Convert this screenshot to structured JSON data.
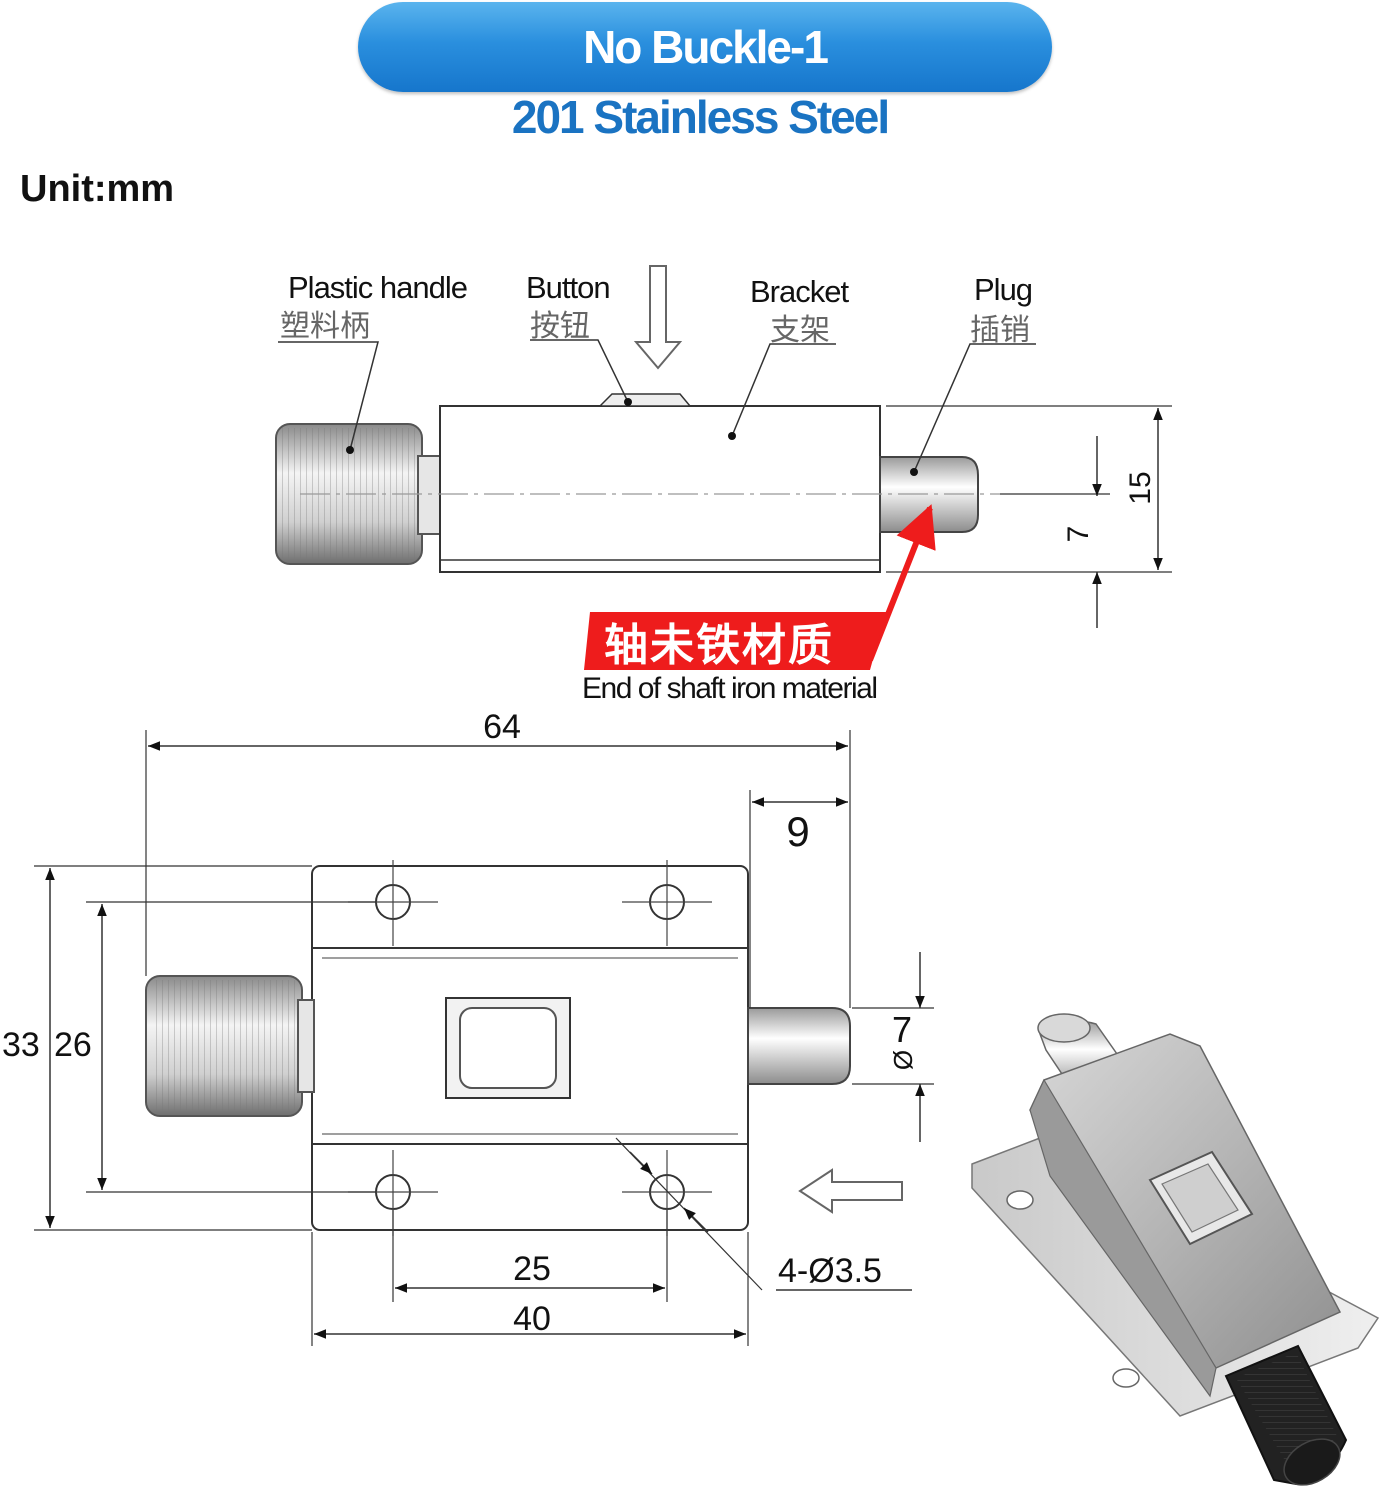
{
  "header": {
    "banner_title": "No Buckle-1",
    "material": "201 Stainless Steel",
    "unit": "Unit:mm"
  },
  "side_view": {
    "labels": {
      "plastic_handle": "Plastic handle",
      "plastic_handle_cn": "塑料柄",
      "button": "Button",
      "button_cn": "按钮",
      "bracket": "Bracket",
      "bracket_cn": "支架",
      "plug": "Plug",
      "plug_cn": "插销"
    },
    "dimensions": {
      "height": "15",
      "offset": "7"
    },
    "note_cn": "轴未铁材质",
    "note_en": "End of shaft iron material"
  },
  "top_view": {
    "dimensions": {
      "total_length": "64",
      "plug_length": "9",
      "plate_height": "33",
      "hole_spacing_vertical": "26",
      "plug_diameter": "7",
      "hole_spacing_horizontal": "25",
      "plate_width": "40",
      "holes": "4-",
      "hole_diameter": "3.5"
    },
    "diameter_symbol": "Ø"
  },
  "colors": {
    "banner": "#2a8fde",
    "subtitle": "#1a73c2",
    "note_bg": "#ee1c1c"
  }
}
